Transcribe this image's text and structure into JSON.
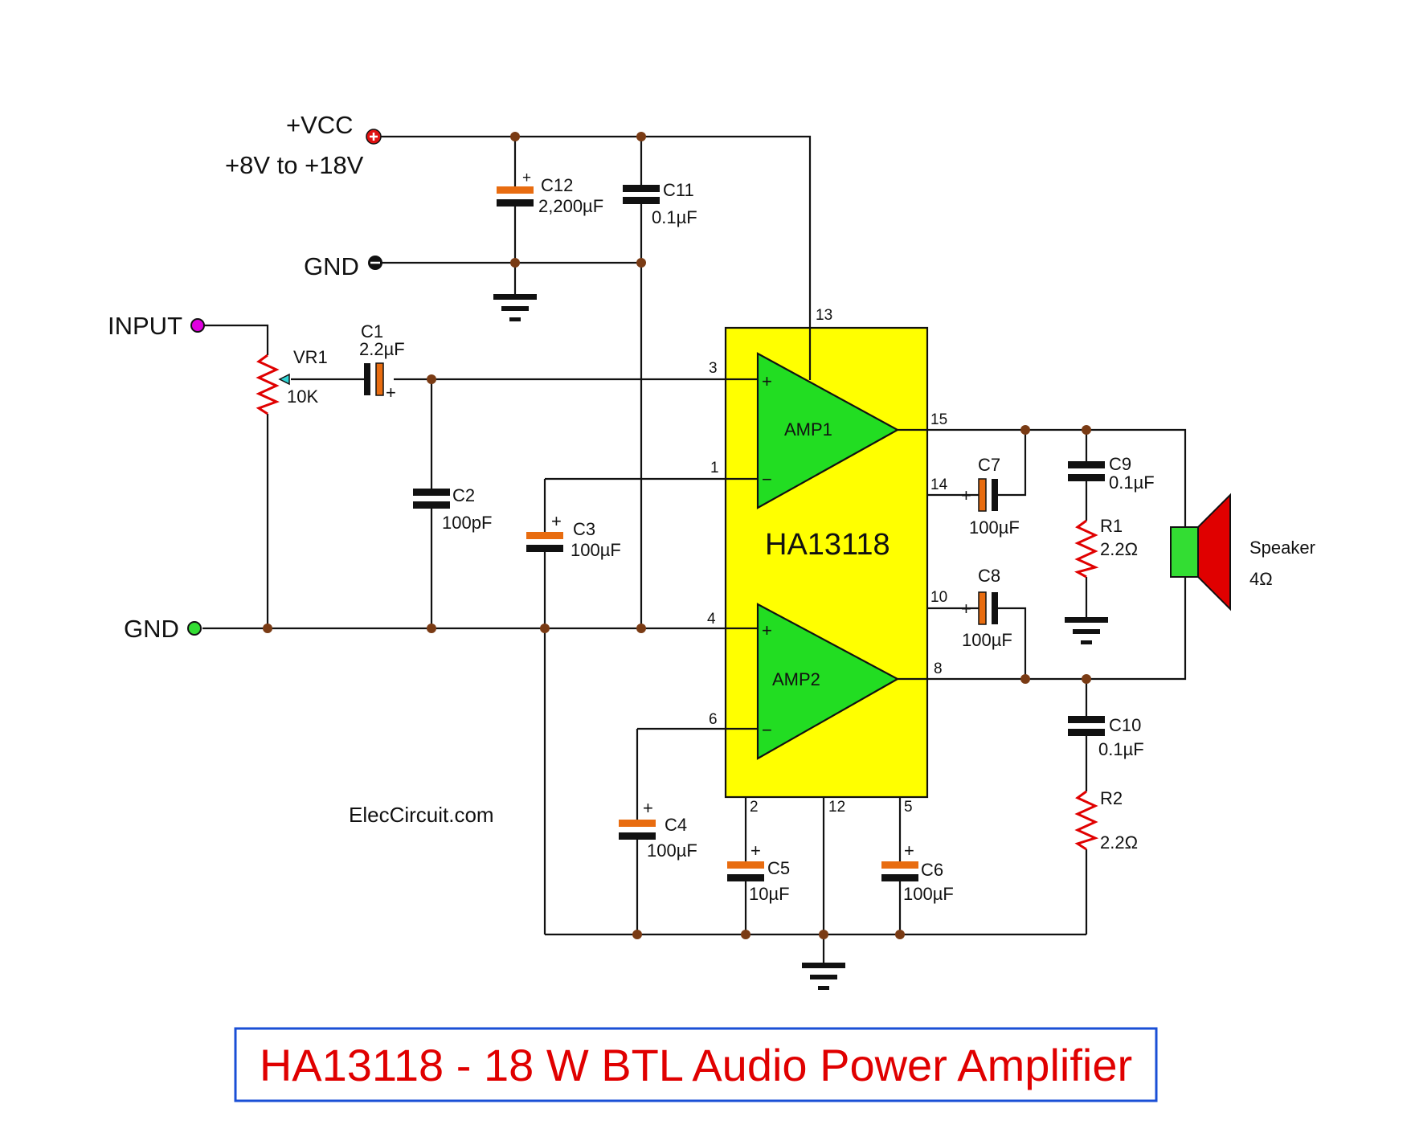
{
  "supply": {
    "vcc_label": "+VCC",
    "vcc_range": "+8V to +18V",
    "gnd_label": "GND"
  },
  "input": {
    "label": "INPUT",
    "gnd_label": "GND"
  },
  "ic": {
    "name": "HA13118",
    "amp1": "AMP1",
    "amp2": "AMP2",
    "pins": {
      "p13": "13",
      "p3": "3",
      "p1": "1",
      "p4": "4",
      "p6": "6",
      "p15": "15",
      "p14": "14",
      "p10": "10",
      "p8": "8",
      "p2": "2",
      "p12": "12",
      "p5": "5"
    },
    "plus": "+",
    "minus": "−"
  },
  "components": {
    "c12": {
      "name": "C12",
      "value": "2,200µF"
    },
    "c11": {
      "name": "C11",
      "value": "0.1µF"
    },
    "vr1": {
      "name": "VR1",
      "value": "10K"
    },
    "c1": {
      "name": "C1",
      "value": "2.2µF"
    },
    "c2": {
      "name": "C2",
      "value": "100pF"
    },
    "c3": {
      "name": "C3",
      "value": "100µF"
    },
    "c4": {
      "name": "C4",
      "value": "100µF"
    },
    "c5": {
      "name": "C5",
      "value": "10µF"
    },
    "c6": {
      "name": "C6",
      "value": "100µF"
    },
    "c7": {
      "name": "C7",
      "value": "100µF"
    },
    "c8": {
      "name": "C8",
      "value": "100µF"
    },
    "c9": {
      "name": "C9",
      "value": "0.1µF"
    },
    "c10": {
      "name": "C10",
      "value": "0.1µF"
    },
    "r1": {
      "name": "R1",
      "value": "2.2Ω"
    },
    "r2": {
      "name": "R2",
      "value": "2.2Ω"
    },
    "speaker": {
      "name": "Speaker",
      "value": "4Ω"
    }
  },
  "polarity_mark": "+",
  "watermark": "ElecCircuit.com",
  "title": "HA13118 - 18 W BTL Audio Power Amplifier",
  "colors": {
    "ic_body": "#ffff00",
    "amp": "#22dd22",
    "title_text": "#e00000",
    "title_border": "#1a4fd6",
    "vcc_terminal": "#e01010",
    "input_terminal": "#e000e0",
    "gnd_terminal": "#33dd33",
    "speaker_cone": "#e00000",
    "speaker_magnet": "#33dd33"
  }
}
